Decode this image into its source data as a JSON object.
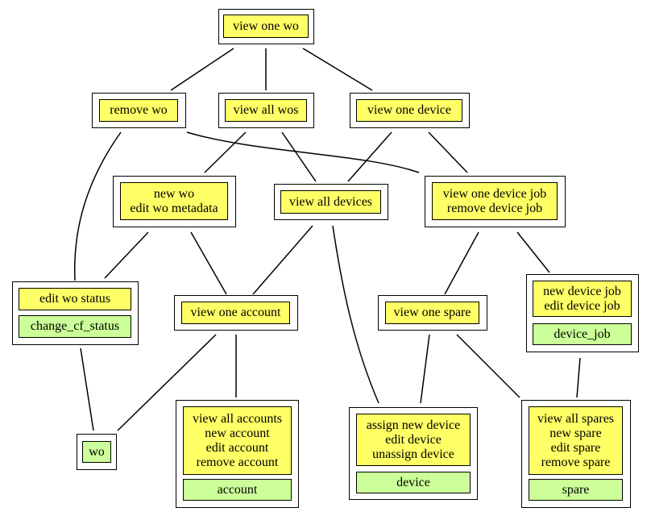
{
  "colors": {
    "yellow": "#ffff66",
    "green": "#ccff99",
    "border": "#000000",
    "edge": "#000000"
  },
  "nodes": {
    "view_one_wo": {
      "yellow": "view one wo"
    },
    "remove_wo": {
      "yellow": "remove wo"
    },
    "view_all_wos": {
      "yellow": "view all wos"
    },
    "view_one_device": {
      "yellow": "view one device"
    },
    "new_wo": {
      "yellow": "new wo\nedit wo metadata"
    },
    "view_all_devices": {
      "yellow": "view all devices"
    },
    "view_one_device_job": {
      "yellow": "view one device job\nremove device job"
    },
    "edit_wo_status": {
      "yellow": "edit wo status",
      "green": "change_cf_status"
    },
    "view_one_account": {
      "yellow": "view one account"
    },
    "view_one_spare": {
      "yellow": "view one spare"
    },
    "new_device_job": {
      "yellow": "new device job\nedit device job",
      "green": "device_job"
    },
    "wo": {
      "green": "wo"
    },
    "account": {
      "yellow": "view all accounts\nnew account\nedit account\nremove account",
      "green": "account"
    },
    "device": {
      "yellow": "assign new device\nedit device\nunassign device",
      "green": "device"
    },
    "spare": {
      "yellow": "view all spares\nnew spare\nedit spare\nremove spare",
      "green": "spare"
    }
  }
}
